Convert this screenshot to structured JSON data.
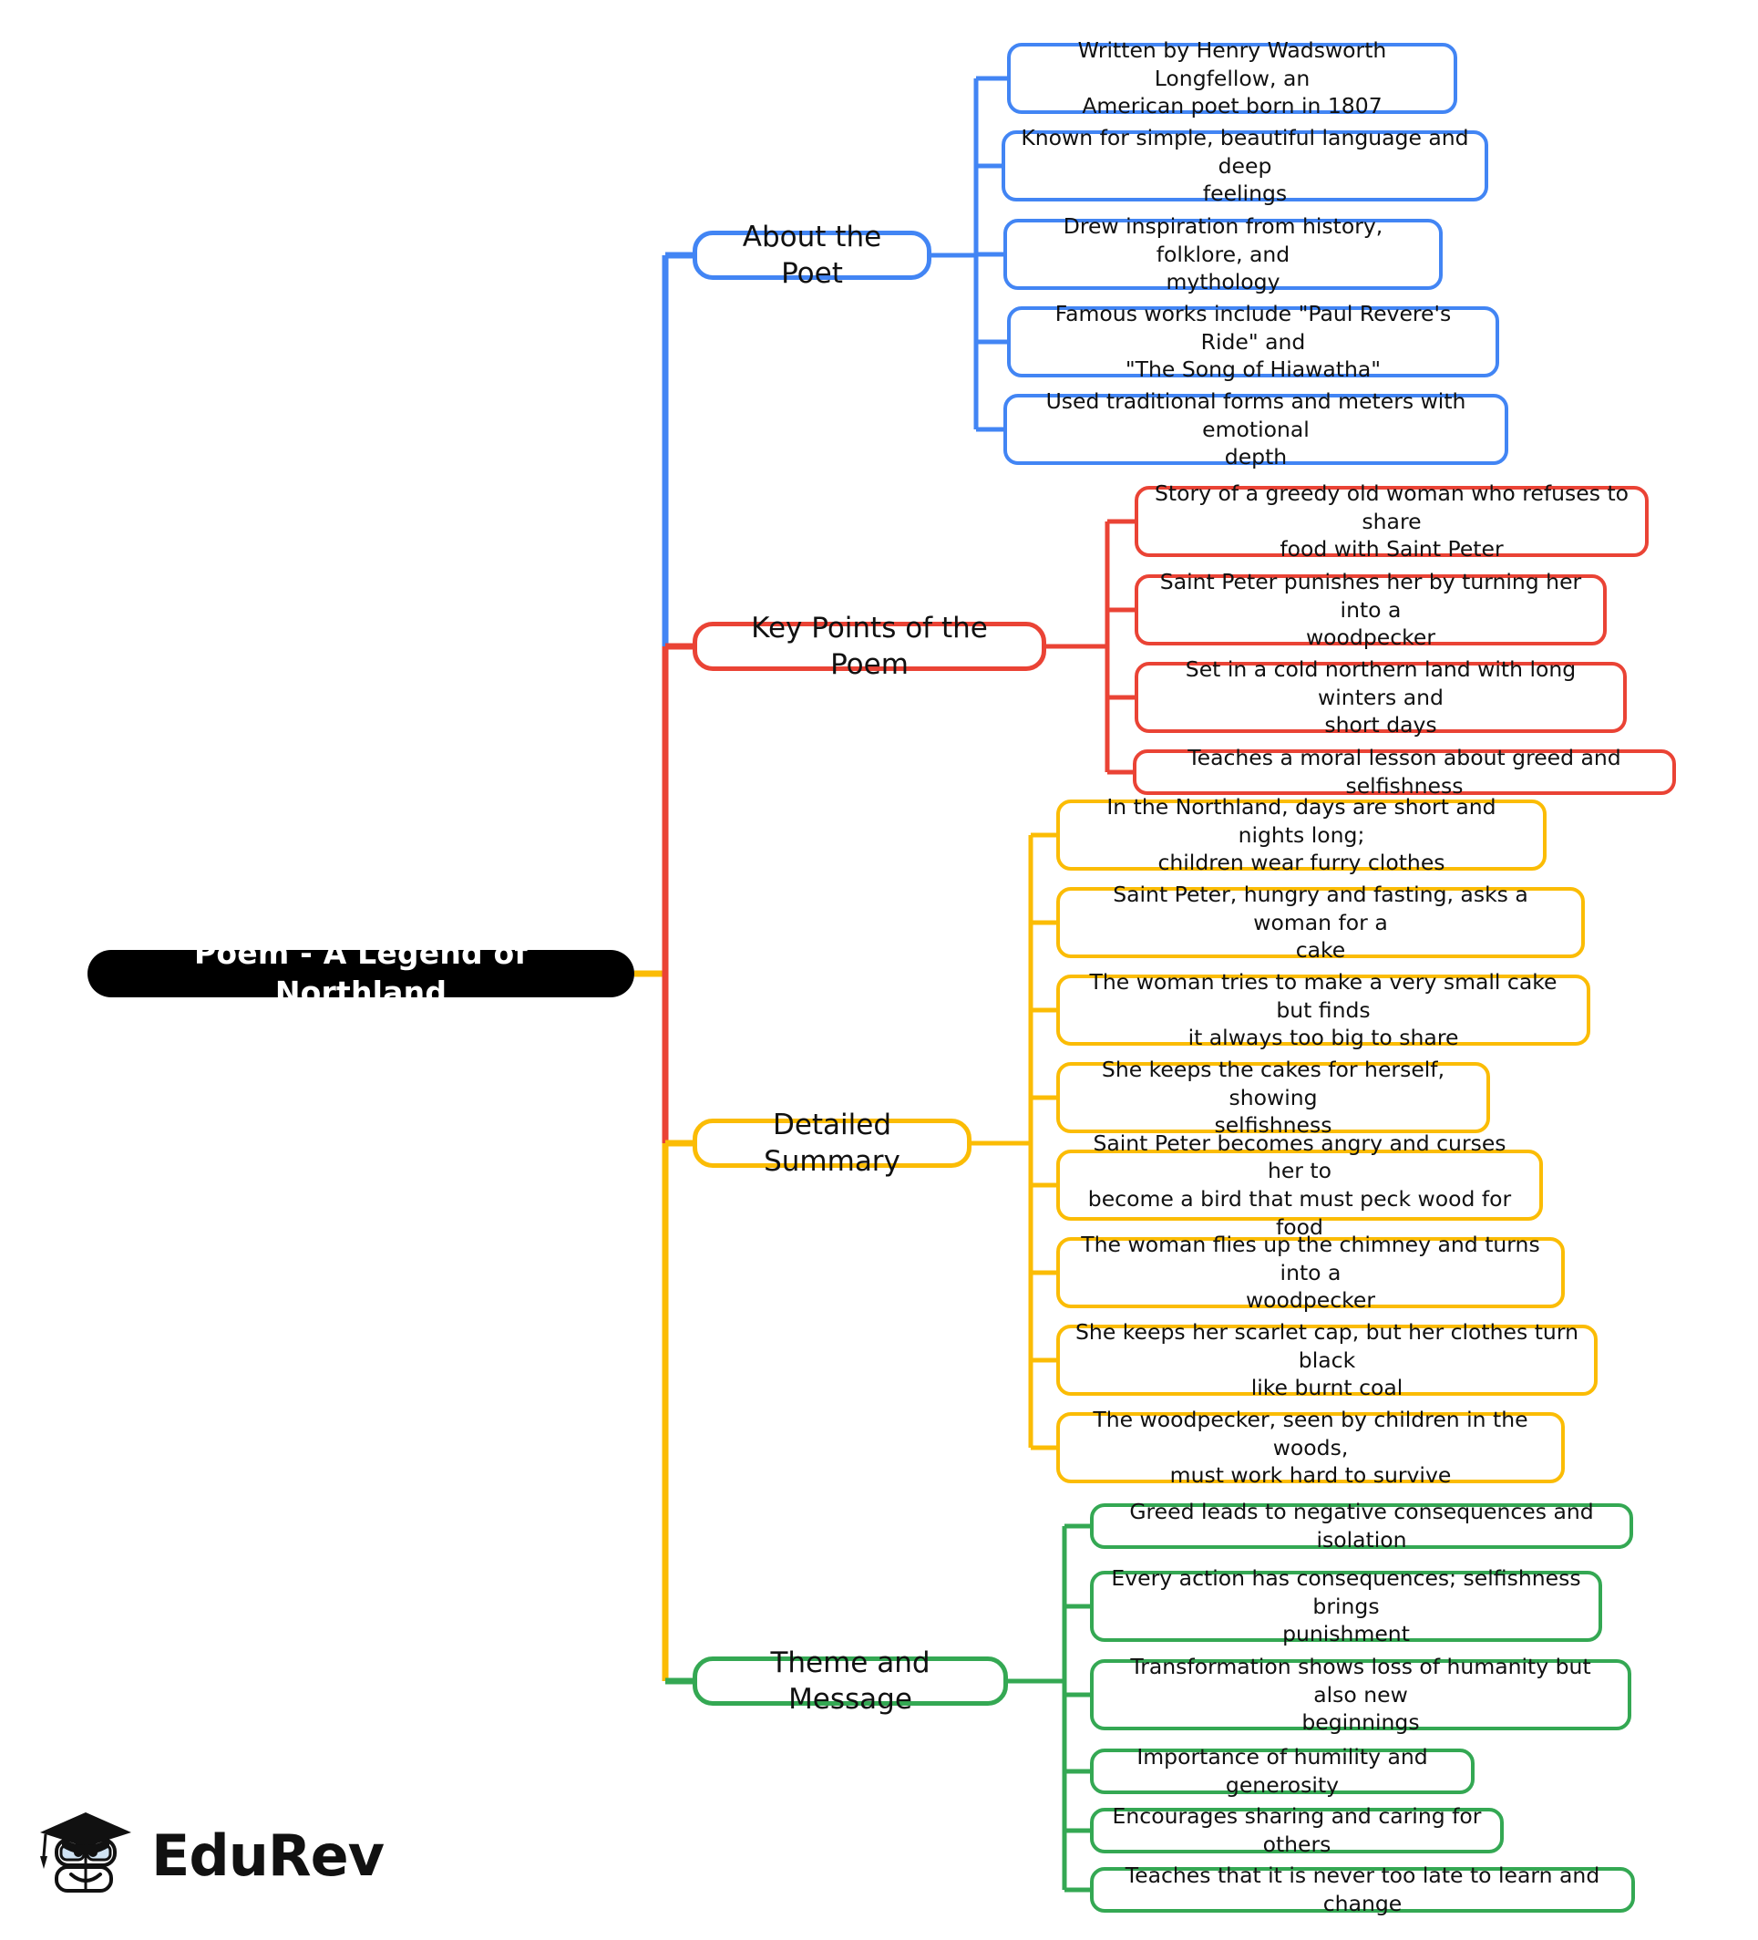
{
  "colors": {
    "root_bg": "#000000",
    "root_text": "#ffffff",
    "blue": "#4285F4",
    "red": "#EA4335",
    "amber": "#FBBC05",
    "green": "#34A853",
    "node_bg": "#ffffff",
    "node_text": "#111111",
    "page_bg": "#ffffff"
  },
  "mindmap": {
    "root": {
      "label": "Poem - A Legend of Northland"
    },
    "branches": [
      {
        "label": "About the Poet",
        "color": "#4285F4",
        "leaves": [
          {
            "line1": "Written by Henry Wadsworth Longfellow, an",
            "line2": "American poet born in 1807"
          },
          {
            "line1": "Known for simple, beautiful language and deep",
            "line2": "feelings"
          },
          {
            "line1": "Drew inspiration from history, folklore, and",
            "line2": "mythology"
          },
          {
            "line1": "Famous works include \"Paul Revere's Ride\" and",
            "line2": "\"The Song of Hiawatha\""
          },
          {
            "line1": "Used traditional forms and meters with emotional",
            "line2": "depth"
          }
        ]
      },
      {
        "label": "Key Points of the Poem",
        "color": "#EA4335",
        "leaves": [
          {
            "line1": "Story of a greedy old woman who refuses to share",
            "line2": "food with Saint Peter"
          },
          {
            "line1": "Saint Peter punishes her by turning her into a",
            "line2": "woodpecker"
          },
          {
            "line1": "Set in a cold northern land with long winters and",
            "line2": "short days"
          },
          {
            "line1": "Teaches a moral lesson about greed and selfishness",
            "line2": ""
          }
        ]
      },
      {
        "label": "Detailed Summary",
        "color": "#FBBC05",
        "leaves": [
          {
            "line1": "In the Northland, days are short and nights long;",
            "line2": "children wear furry clothes"
          },
          {
            "line1": "Saint Peter, hungry and fasting, asks a woman for a",
            "line2": "cake"
          },
          {
            "line1": "The woman tries to make a very small cake but finds",
            "line2": "it always too big to share"
          },
          {
            "line1": "She keeps the cakes for herself, showing",
            "line2": "selfishness"
          },
          {
            "line1": "Saint Peter becomes angry and curses her to",
            "line2": "become a bird that must peck wood for food"
          },
          {
            "line1": "The woman flies up the chimney and turns into a",
            "line2": "woodpecker"
          },
          {
            "line1": "She keeps her scarlet cap, but her clothes turn black",
            "line2": "like burnt coal"
          },
          {
            "line1": "The woodpecker, seen by children in the woods,",
            "line2": "must work hard to survive"
          }
        ]
      },
      {
        "label": "Theme and Message",
        "color": "#34A853",
        "leaves": [
          {
            "line1": "Greed leads to negative consequences and isolation",
            "line2": ""
          },
          {
            "line1": "Every action has consequences; selfishness brings",
            "line2": "punishment"
          },
          {
            "line1": "Transformation shows loss of humanity but also new",
            "line2": "beginnings"
          },
          {
            "line1": "Importance of humility and generosity",
            "line2": ""
          },
          {
            "line1": "Encourages sharing and caring for others",
            "line2": ""
          },
          {
            "line1": "Teaches that it is never too late to learn and change",
            "line2": ""
          }
        ]
      }
    ]
  },
  "branding": {
    "name": "EduRev",
    "logo_icon": "graduation-cap-book-icon"
  }
}
